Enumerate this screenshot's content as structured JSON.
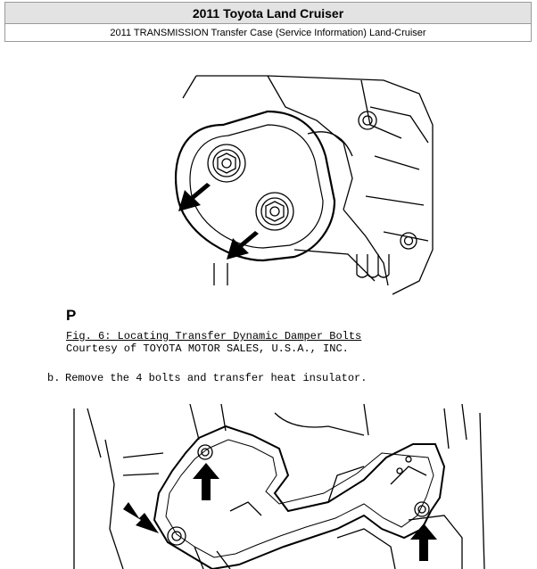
{
  "header": {
    "title": "2011 Toyota Land Cruiser",
    "subtitle": "2011 TRANSMISSION Transfer Case (Service Information) Land-Cruiser"
  },
  "figure1": {
    "code": "P",
    "caption_title": "Fig. 6: Locating Transfer Dynamic Damper Bolts",
    "caption_credit": "Courtesy of TOYOTA MOTOR SALES, U.S.A., INC."
  },
  "step": {
    "marker": "b.",
    "text": "Remove the 4 bolts and transfer heat insulator."
  }
}
